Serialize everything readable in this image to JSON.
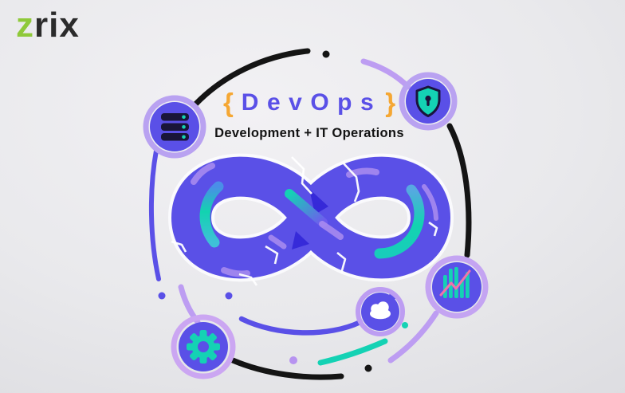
{
  "brand": {
    "z": "z",
    "rix": "rix"
  },
  "title": {
    "open_brace": "{",
    "name": "DevOps",
    "close_brace": "}",
    "subtitle": "Development + IT Operations"
  },
  "icons": {
    "server": "database-server-icon",
    "shield": "security-shield-icon",
    "chart": "bar-chart-icon",
    "gear": "gear-icon",
    "cloud": "cloud-icon"
  },
  "colors": {
    "purple": "#5A50E7",
    "dark_indigo_wedge": "#2B1DD4",
    "teal": "#14D2B4",
    "lavender": "#BD9DF2",
    "orange_brace": "#F5A733",
    "logo_green": "#8FC93A",
    "logo_dark": "#2B2B2B",
    "black_arc": "#141414",
    "icon_dark_navy": "#1A143C",
    "pink_line": "#F173AA",
    "background_light": "#F2F1F4",
    "background_dark": "#D2D2D7"
  }
}
